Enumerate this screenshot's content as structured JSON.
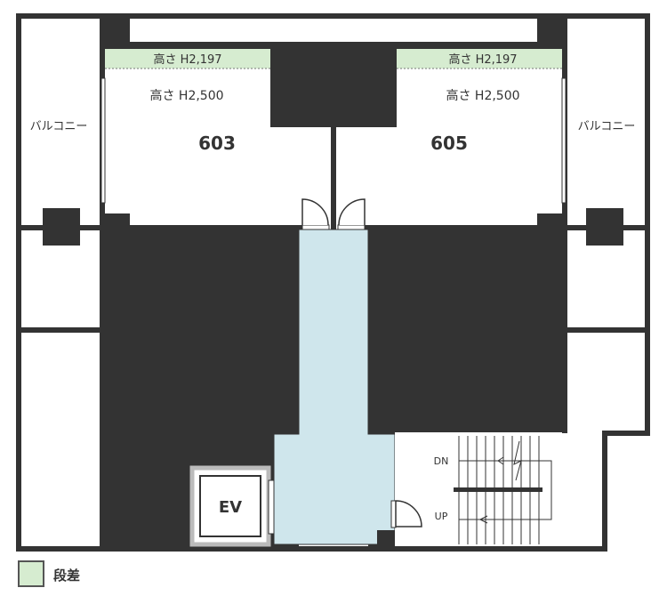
{
  "floor_plan": {
    "rooms": [
      {
        "number": "603",
        "ceiling_height": "高さ H2,500",
        "step_height": "高さ H2,197",
        "balcony": "バルコニー"
      },
      {
        "number": "605",
        "ceiling_height": "高さ H2,500",
        "step_height": "高さ H2,197",
        "balcony": "バルコニー"
      }
    ],
    "elevator": "EV",
    "stairs": {
      "down": "DN",
      "up": "UP"
    }
  },
  "legend": {
    "label": "段差",
    "swatch_color": "#d6ecd0"
  },
  "colors": {
    "wall": "#333333",
    "corridor": "#cfe6ec",
    "step": "#d6ecd0"
  }
}
